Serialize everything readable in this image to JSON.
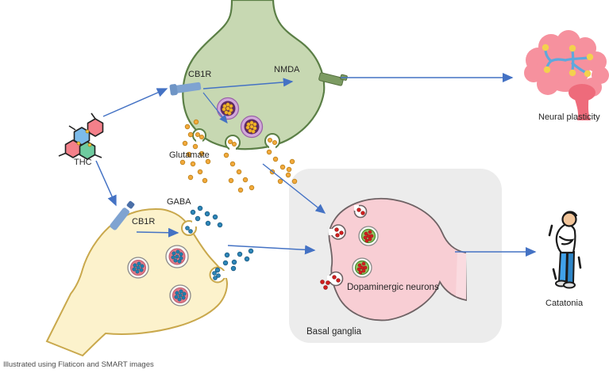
{
  "figure": {
    "kind": "scientific mechanism illustration",
    "labels": {
      "thc": "THC",
      "cb1r_glutamatergic": "CB1R",
      "nmda": "NMDA",
      "glutamate": "Glutamate",
      "gaba": "GABA",
      "cb1r_gabaergic": "CB1R",
      "dopaminergic_neurons": "Dopaminergic neurons",
      "basal_ganglia": "Basal ganglia",
      "neural_plasticity": "Neural plasticity",
      "catatonia": "Catatonia"
    },
    "footer": {
      "credit": "Illustrated using Flaticon and SMART images"
    },
    "connections": [
      {
        "from": "THC",
        "to": "CB1R on glutamatergic terminal"
      },
      {
        "from": "THC",
        "to": "CB1R on GABAergic neuron"
      },
      {
        "from": "CB1R (glutamatergic)",
        "to": "NMDA"
      },
      {
        "from": "CB1R (glutamatergic)",
        "to": "glutamate vesicles"
      },
      {
        "from": "NMDA",
        "to": "Neural plasticity"
      },
      {
        "from": "Glutamate release",
        "to": "Basal ganglia"
      },
      {
        "from": "GABAergic neuron",
        "to": "Dopaminergic neurons"
      },
      {
        "from": "Dopaminergic neurons",
        "to": "Catatonia"
      }
    ],
    "icons": {
      "thc": "thc-molecule-icon",
      "neural_plasticity": "brain-icon",
      "catatonia": "person-icon"
    },
    "colors": {
      "arrow_blue": "#4472C4",
      "glutamatergic_terminal_fill": "#C7D8B2",
      "glutamatergic_terminal_stroke": "#5B7F46",
      "gabaergic_neuron_fill": "#FCF2CC",
      "gabaergic_neuron_stroke": "#C9A84C",
      "dopaminergic_neuron_fill": "#F8CED4",
      "dopaminergic_neuron_stroke": "#6E6264",
      "basal_ganglia_box": "#ECECEC",
      "glutamate_dot": "#F2A93C",
      "gaba_dot": "#2E86B8",
      "dopamine_dot": "#D21F1F",
      "receptor_cb1r": "#7FA3D1",
      "receptor_nmda": "#7C9B62",
      "vesicle_glutamate_inner": "#5E2B63",
      "vesicle_gaba_inner": "#E07B89",
      "vesicle_dopamine_inner": "#93C463",
      "brain_pink": "#F6919E",
      "brain_dark": "#EE6B7B",
      "network_blue": "#5FA8DC",
      "synapse_yellow": "#F3D14E"
    }
  }
}
